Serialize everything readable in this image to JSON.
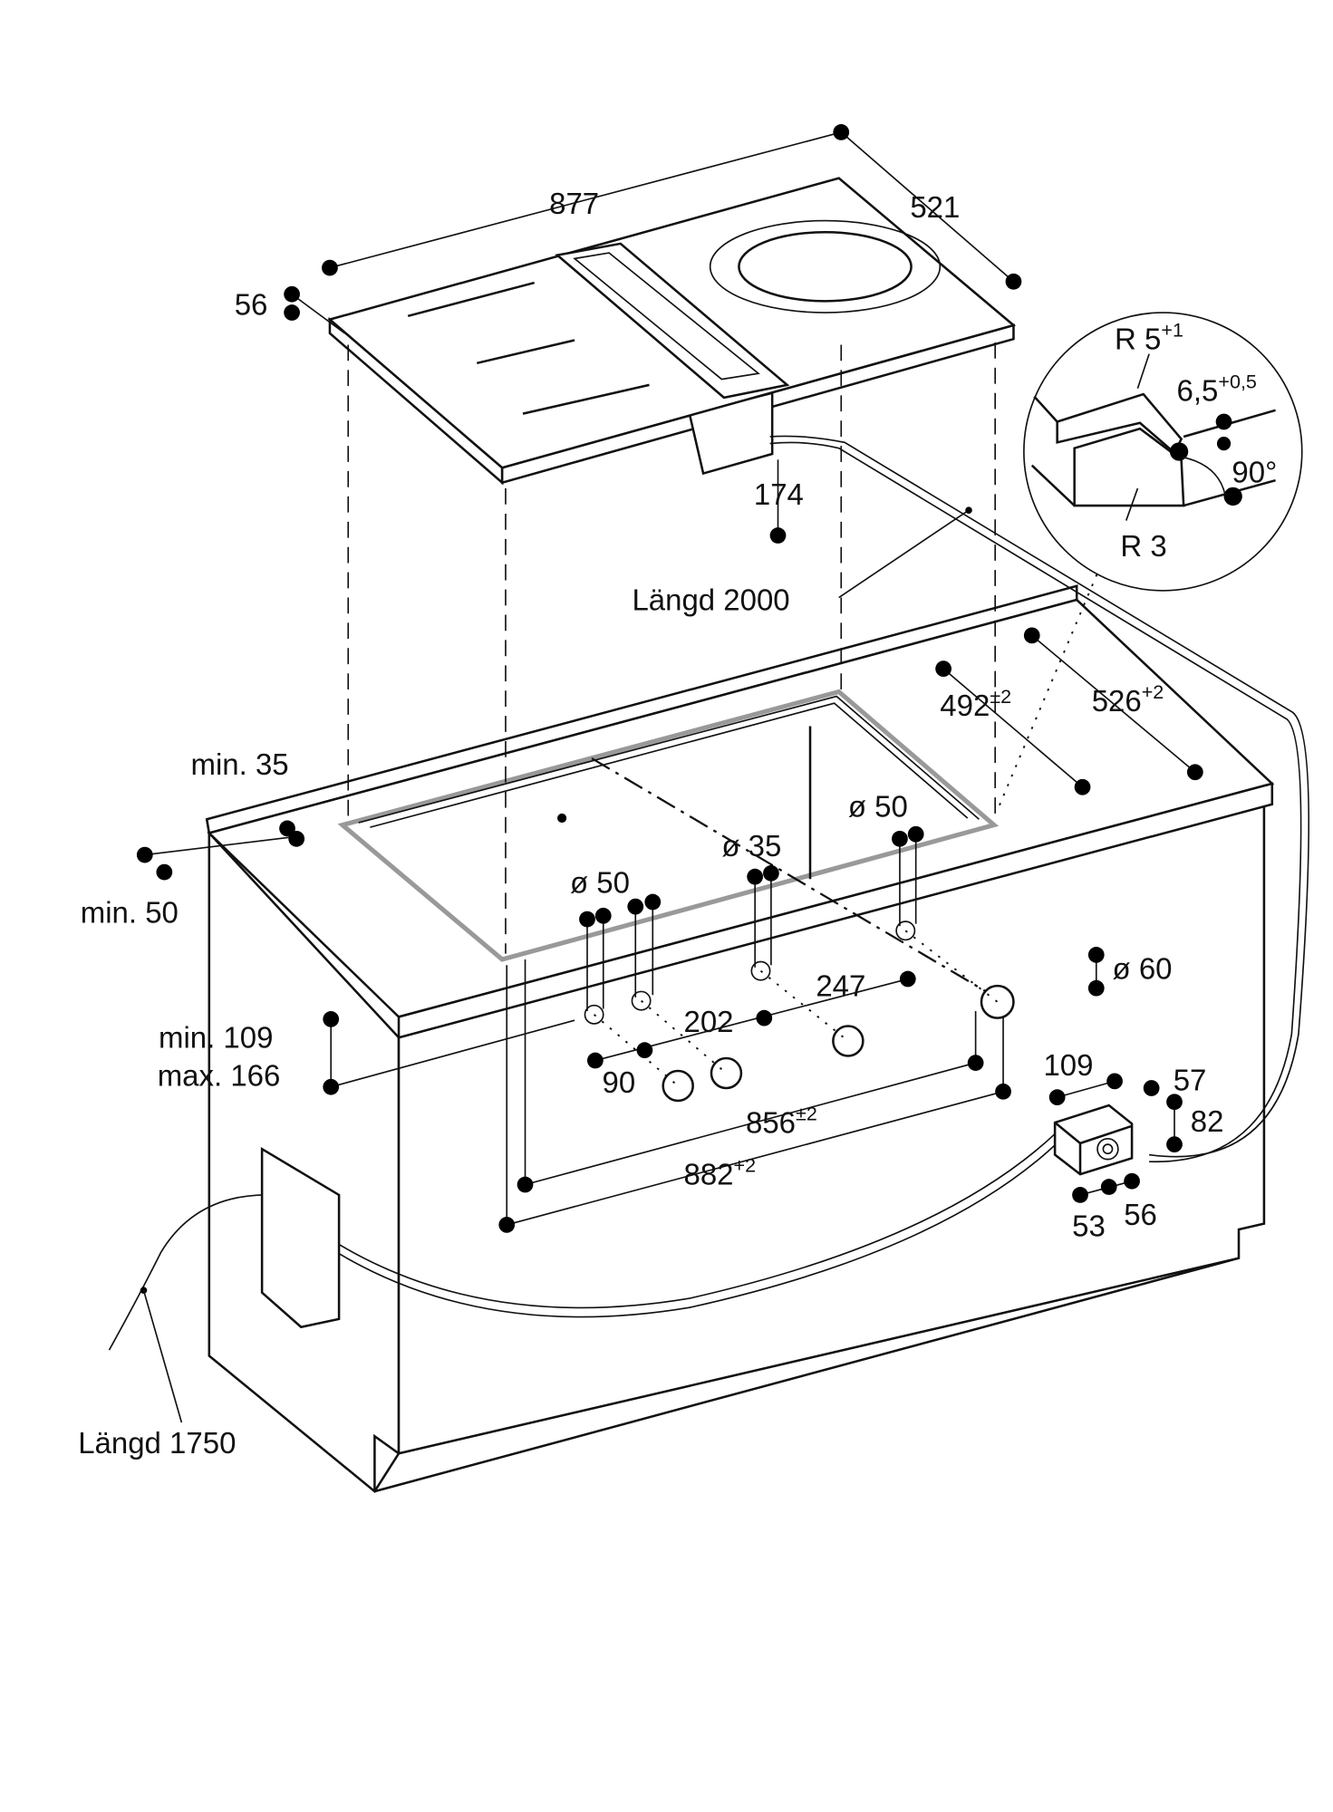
{
  "dimensions": {
    "width_877": "877",
    "depth_521": "521",
    "height_56": "56",
    "box_174": "174",
    "cable_length": "Längd 2000",
    "cutout_depth": "492",
    "cutout_depth_tol": "±2",
    "counter_depth": "526",
    "counter_depth_tol": "+2",
    "min_35": "min. 35",
    "min_50": "min. 50",
    "dia_50_right": "ø 50",
    "dia_35": "ø 35",
    "dia_50_left": "ø 50",
    "dia_60": "ø 60",
    "d_247": "247",
    "d_202": "202",
    "d_90": "90",
    "min_109": "min. 109",
    "max_166": "max. 166",
    "cutout_width": "856",
    "cutout_width_tol": "±2",
    "outer_width": "882",
    "outer_width_tol": "+2",
    "box_109": "109",
    "box_57": "57",
    "box_82": "82",
    "box_53": "53",
    "box_56": "56",
    "power_cable_length": "Längd 1750"
  },
  "detail": {
    "radius_top": "R 5",
    "radius_top_tol": "+1",
    "step_depth": "6,5",
    "step_depth_tol": "+0,5",
    "angle": "90°",
    "radius_bottom": "R 3"
  }
}
